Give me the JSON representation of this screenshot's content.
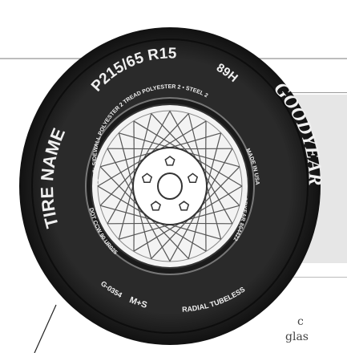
{
  "tire": {
    "size": "P215/65 R15",
    "service_description": "89H",
    "brand": "GOODYEAR",
    "name": "TIRE NAME",
    "plies": "PLIES: SIDEWALL POLYESTER 2 TREAD POLYESTER 2 • STEEL 2",
    "made_in": "MADE IN USA",
    "brand_code": "GOODYEAR 864422",
    "dot_code": "DOT CCW 90 UR025",
    "radial": "RADIAL TUBELESS",
    "ms": "M+S",
    "ms_code": "G-0354"
  },
  "fragments": {
    "line_1": "c",
    "line_2": "glas"
  }
}
